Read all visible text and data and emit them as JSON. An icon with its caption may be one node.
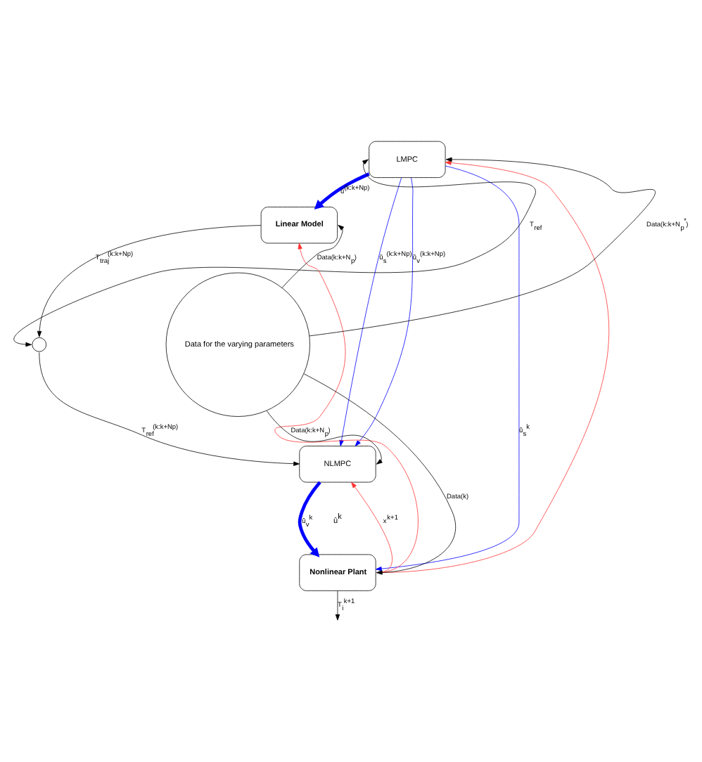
{
  "diagram": {
    "nodes": [
      {
        "text": [
          "LMPC"
        ]
      },
      {
        "text": [
          "Linear Model"
        ]
      },
      {
        "text": [],
        "shape": "circle"
      },
      {
        "text": [
          "NLMPC"
        ]
      },
      {
        "text": [
          "Nonlinear Plant"
        ]
      },
      {
        "text": [
          "Data for the varying parameters"
        ]
      }
    ],
    "edges": [
      {
        "from": 0,
        "to": 1,
        "arrow": "to",
        "label": "û$^{(k:k+Np)}$",
        "style": "thick",
        "color": "#0000ff"
      },
      {
        "from": 0,
        "to": 3,
        "arrow": "to",
        "label": "ũ$_{s}$$^{(k:k+Np)}$",
        "color": "#0000ff"
      },
      {
        "from": 0,
        "to": 3,
        "arrow": "to",
        "label": "ũ$_{v}$$^{(k:k+Np)}$",
        "color": "#0000ff"
      },
      {
        "from": 1,
        "to": 2,
        "arrow": "to",
        "label": "T$_{traj}$$^{(k:k+Np)}$"
      },
      {
        "from": 2,
        "to": 0,
        "arrow": "both",
        "label": "T$_{ref}$"
      },
      {
        "from": 2,
        "to": 3,
        "arrow": "to",
        "label": "T$_{ref}$$^{(k:k+Np)}$"
      },
      {
        "from": 3,
        "to": 4,
        "arrow": "to",
        "label": "û$_{v}$$^{k}$",
        "style": "thick",
        "color": "#0000ff"
      },
      {
        "from": 0,
        "to": 4,
        "arrow": "to",
        "label": "û$_{s}$$^{k}$",
        "color": "#0000ff"
      },
      {
        "from": 4,
        "to": 0,
        "arrow": "to",
        "color": "#ff3333"
      },
      {
        "from": 4,
        "to": 1,
        "arrow": "to",
        "color": "#ff3333"
      },
      {
        "from": 4,
        "to": 3,
        "arrow": "to",
        "label": "x$^{k+1}$",
        "color": "#ff3333"
      },
      {
        "from": 5,
        "to": 0,
        "arrow": "to",
        "label": "Data(k:k+N$_{p}$$^{*}$)"
      },
      {
        "from": 5,
        "to": 1,
        "arrow": "to",
        "label": "Data(k:k+N$_{p}$)"
      },
      {
        "from": 5,
        "to": 3,
        "arrow": "to",
        "label": "Data(k:k+N$_{p}$)"
      },
      {
        "from": 5,
        "to": 4,
        "arrow": "to",
        "label": "Data(k)"
      },
      {
        "from": 4,
        "to": null,
        "arrow": "to",
        "label": "T$_{i}$$^{k+1}$"
      }
    ],
    "labels": [
      "û$^{k}$"
    ]
  }
}
